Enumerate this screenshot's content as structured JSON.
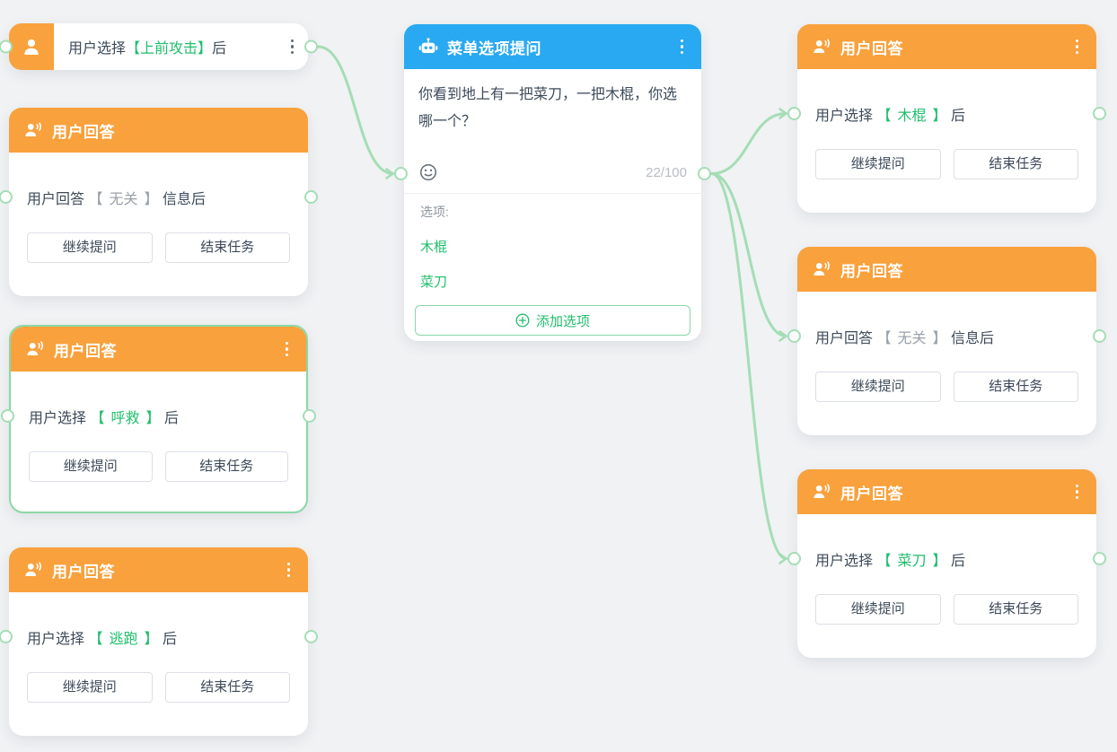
{
  "symbols": {
    "bracket_open": "【",
    "bracket_close": "】"
  },
  "colors": {
    "orange": "#f9a13c",
    "blue": "#29a9f1",
    "green": "#1fbe6b",
    "connector": "#a5ddb5",
    "text": "#3d4a5a",
    "muted": "#99a0a8"
  },
  "trigger_node": {
    "prefix": "用户选择",
    "value": "上前攻击",
    "suffix": "后",
    "value_style": "green"
  },
  "question_node": {
    "title": "菜单选项提问",
    "question": "你看到地上有一把菜刀，一把木棍，你选哪一个？",
    "char_counter": "22/100",
    "options_label": "选项:",
    "options": [
      "木棍",
      "菜刀"
    ],
    "add_option_label": "添加选项"
  },
  "answer_buttons": {
    "continue": "继续提问",
    "end": "结束任务"
  },
  "answer_nodes": [
    {
      "id": "l0",
      "title": "用户回答",
      "prefix": "用户回答",
      "value": "无关",
      "suffix": "信息后",
      "value_style": "muted",
      "card_style": "",
      "has_menu": false
    },
    {
      "id": "l1",
      "title": "用户回答",
      "prefix": "用户选择",
      "value": "呼救",
      "suffix": "后",
      "value_style": "green",
      "card_style": "selected",
      "has_menu": true
    },
    {
      "id": "l2",
      "title": "用户回答",
      "prefix": "用户选择",
      "value": "逃跑",
      "suffix": "后",
      "value_style": "green",
      "card_style": "",
      "has_menu": true
    },
    {
      "id": "r0",
      "title": "用户回答",
      "prefix": "用户选择",
      "value": "木棍",
      "suffix": "后",
      "value_style": "green",
      "card_style": "",
      "has_menu": true
    },
    {
      "id": "r1",
      "title": "用户回答",
      "prefix": "用户回答",
      "value": "无关",
      "suffix": "信息后",
      "value_style": "muted",
      "card_style": "",
      "has_menu": false
    },
    {
      "id": "r2",
      "title": "用户回答",
      "prefix": "用户选择",
      "value": "菜刀",
      "suffix": "后",
      "value_style": "green",
      "card_style": "",
      "has_menu": true
    }
  ],
  "connections": [
    {
      "from": "trigger-out",
      "to": "question-in"
    },
    {
      "from": "question-out",
      "to": "r0-in"
    },
    {
      "from": "question-out",
      "to": "r1-in"
    },
    {
      "from": "question-out",
      "to": "r2-in"
    }
  ]
}
